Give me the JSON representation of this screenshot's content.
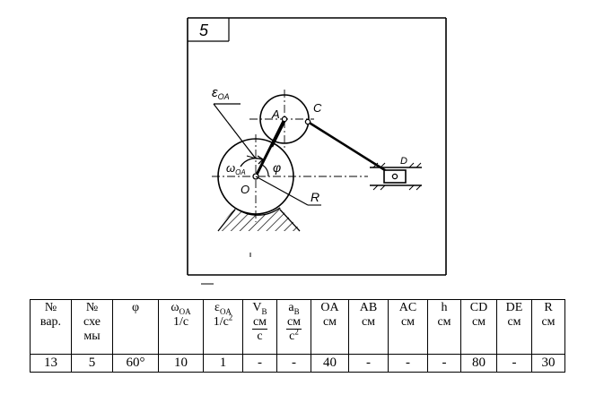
{
  "scheme": {
    "number": "5",
    "labels": {
      "eps": "ε",
      "eps_sub": "OA",
      "omega": "ω",
      "omega_sub": "OA",
      "A": "A",
      "C": "C",
      "D": "D",
      "O": "O",
      "R": "R",
      "phi": "φ"
    }
  },
  "table": {
    "headers": [
      {
        "l1": "№",
        "l2": "вар."
      },
      {
        "l1": "№",
        "l2": "схе",
        "l3": "мы"
      },
      {
        "l1": "φ"
      },
      {
        "l1": "ω",
        "sub": "OA",
        "l2": "1/с"
      },
      {
        "l1": "ε",
        "sub": "OA",
        "l2": "1/с",
        "sup": "2"
      },
      {
        "l1": "V",
        "sub": "B",
        "num": "см",
        "den": "с"
      },
      {
        "l1": "a",
        "sub": "B",
        "num": "см",
        "den": "с",
        "sup": "2"
      },
      {
        "l1": "OA",
        "l2": "см"
      },
      {
        "l1": "AB",
        "l2": "см"
      },
      {
        "l1": "AC",
        "l2": "см"
      },
      {
        "l1": "h",
        "l2": "см"
      },
      {
        "l1": "CD",
        "l2": "см"
      },
      {
        "l1": "DE",
        "l2": "см"
      },
      {
        "l1": "R",
        "l2": "см"
      }
    ],
    "values": [
      "13",
      "5",
      "60°",
      "10",
      "1",
      "-",
      "-",
      "40",
      "-",
      "-",
      "-",
      "80",
      "-",
      "30"
    ]
  }
}
